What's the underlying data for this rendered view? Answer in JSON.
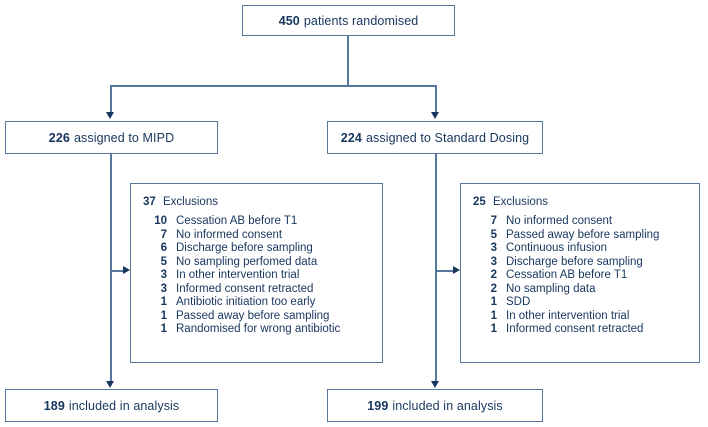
{
  "figure": {
    "title": "patient randomisation flow diagram",
    "top": {
      "count": "450",
      "label": "patients randomised"
    },
    "left_arm": {
      "count": "226",
      "label": "assigned to MIPD"
    },
    "right_arm": {
      "count": "224",
      "label": "assigned to Standard Dosing"
    },
    "left_exclusions": {
      "count": "37",
      "label": "Exclusions",
      "items": [
        {
          "n": "10",
          "label": "Cessation AB before T1"
        },
        {
          "n": "7",
          "label": "No informed consent"
        },
        {
          "n": "6",
          "label": "Discharge before sampling"
        },
        {
          "n": "5",
          "label": "No sampling perfomed data"
        },
        {
          "n": "3",
          "label": "In other intervention trial"
        },
        {
          "n": "3",
          "label": "Informed consent retracted"
        },
        {
          "n": "1",
          "label": "Antibiotic initiation too early"
        },
        {
          "n": "1",
          "label": "Passed away before sampling"
        },
        {
          "n": "1",
          "label": "Randomised for wrong antibiotic"
        }
      ]
    },
    "right_exclusions": {
      "count": "25",
      "label": "Exclusions",
      "items": [
        {
          "n": "7",
          "label": "No informed consent"
        },
        {
          "n": "5",
          "label": "Passed away before sampling"
        },
        {
          "n": "3",
          "label": "Continuous infusion"
        },
        {
          "n": "3",
          "label": "Discharge before sampling"
        },
        {
          "n": "2",
          "label": "Cessation AB before T1"
        },
        {
          "n": "2",
          "label": "No sampling data"
        },
        {
          "n": "1",
          "label": "SDD"
        },
        {
          "n": "1",
          "label": "In other intervention trial"
        },
        {
          "n": "1",
          "label": "Informed consent retracted"
        }
      ]
    },
    "left_result": {
      "count": "189",
      "label": "included in analysis"
    },
    "right_result": {
      "count": "199",
      "label": "included in analysis"
    }
  },
  "colors": {
    "line": "#54779b",
    "text": "#17365e",
    "arrow": "#17365e",
    "background": "#ffffff"
  }
}
